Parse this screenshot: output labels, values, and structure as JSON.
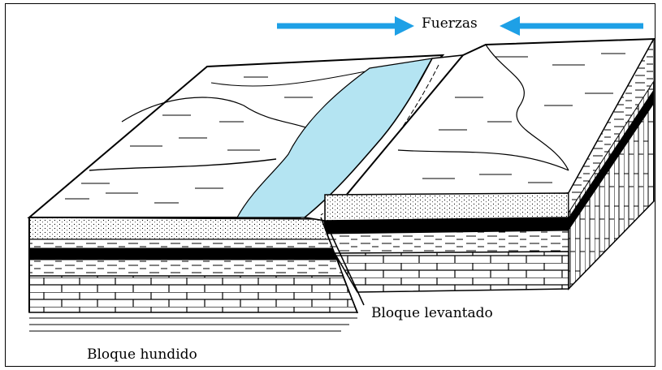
{
  "diagram": {
    "labels": {
      "forces": "Fuerzas",
      "raised_block": "Bloque levantado",
      "sunken_block": "Bloque hundido"
    },
    "colors": {
      "arrow": "#1ea0e6",
      "water": "#b4e4f2",
      "line": "#000000",
      "background": "#ffffff"
    }
  }
}
